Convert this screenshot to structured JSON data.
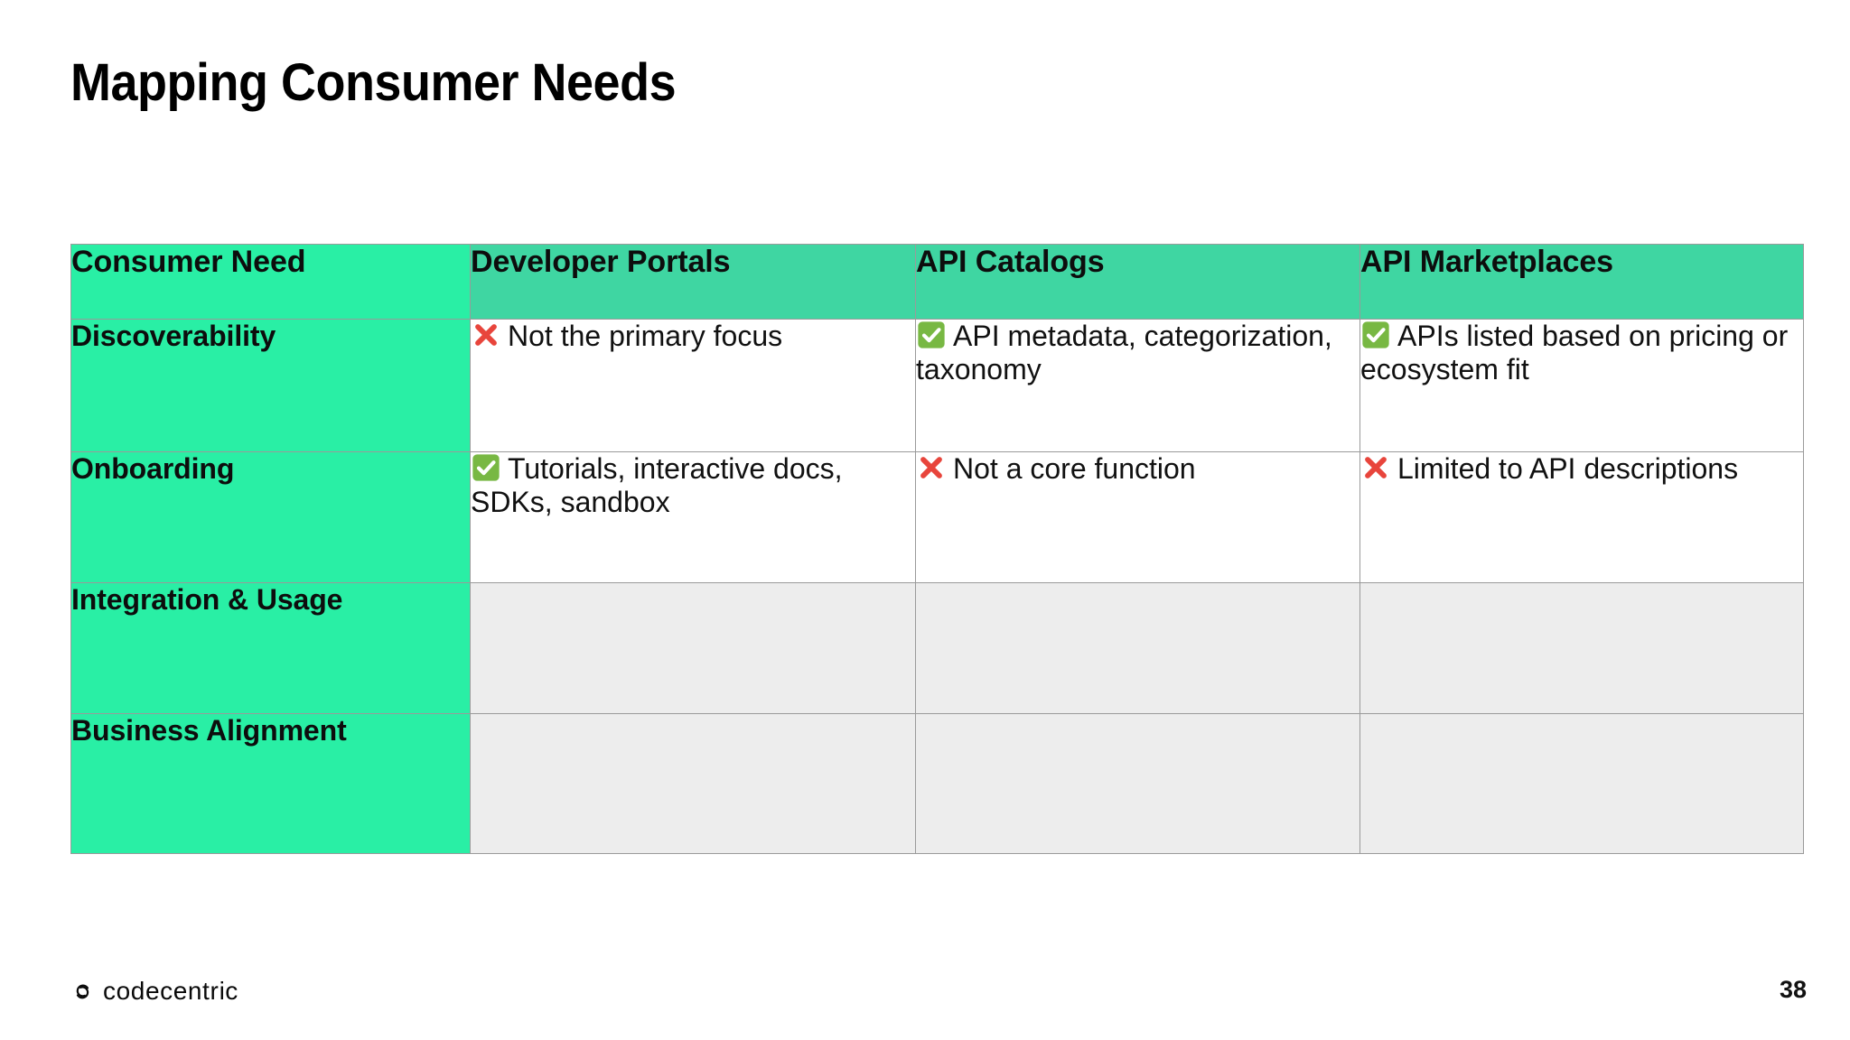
{
  "slide": {
    "title": "Mapping Consumer Needs",
    "page_number": "38",
    "logo_text": "codecentric",
    "accent_green_primary": "#29EFA5",
    "accent_green_header": "#3FD6A2",
    "empty_cell_gray": "#EDEDED",
    "border_gray": "#9A9A9A",
    "check_icon_green": "#78B843",
    "cross_icon_red": "#E8453C"
  },
  "table": {
    "columns": [
      {
        "label": "Consumer Need"
      },
      {
        "label": "Developer Portals"
      },
      {
        "label": "API Catalogs"
      },
      {
        "label": "API Marketplaces"
      }
    ],
    "rows": [
      {
        "label": "Discoverability",
        "cells": [
          {
            "icon": "cross-icon",
            "text": "Not the primary focus",
            "empty": false
          },
          {
            "icon": "check-icon",
            "text": "API metadata, categorization, taxonomy",
            "empty": false
          },
          {
            "icon": "check-icon",
            "text": "APIs listed based on pricing or ecosystem fit",
            "empty": false
          }
        ]
      },
      {
        "label": "Onboarding",
        "cells": [
          {
            "icon": "check-icon",
            "text": "Tutorials, interactive docs, SDKs, sandbox",
            "empty": false
          },
          {
            "icon": "cross-icon",
            "text": "Not a core function",
            "empty": false
          },
          {
            "icon": "cross-icon",
            "text": "Limited to API descriptions",
            "empty": false
          }
        ]
      },
      {
        "label": "Integration & Usage",
        "cells": [
          {
            "icon": "",
            "text": "",
            "empty": true
          },
          {
            "icon": "",
            "text": "",
            "empty": true
          },
          {
            "icon": "",
            "text": "",
            "empty": true
          }
        ]
      },
      {
        "label": "Business Alignment",
        "cells": [
          {
            "icon": "",
            "text": "",
            "empty": true
          },
          {
            "icon": "",
            "text": "",
            "empty": true
          },
          {
            "icon": "",
            "text": "",
            "empty": true
          }
        ]
      }
    ]
  }
}
